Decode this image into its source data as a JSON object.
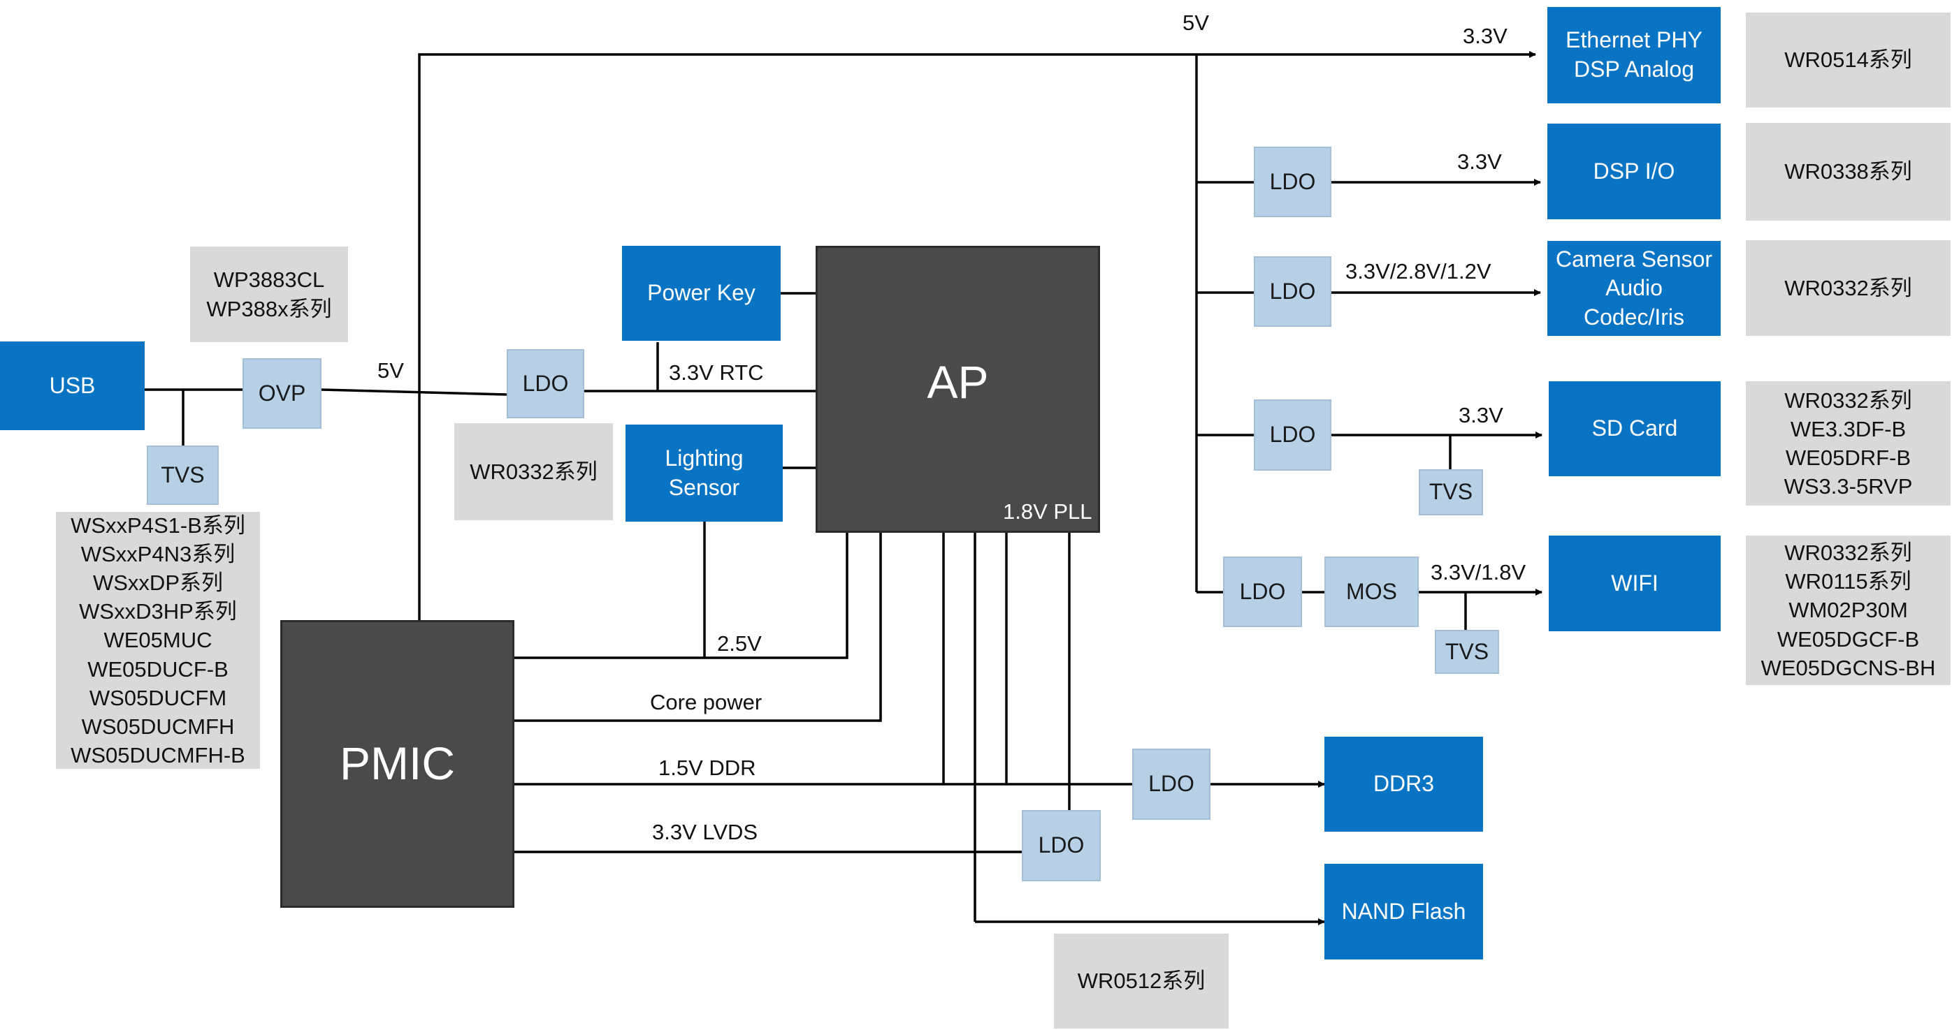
{
  "blocks": {
    "usb": "USB",
    "ovp": "OVP",
    "tvs": "TVS",
    "ldo": "LDO",
    "mos": "MOS",
    "power_key": "Power Key",
    "lighting_sensor": [
      "Lighting",
      "Sensor"
    ],
    "ap": "AP",
    "pmic": "PMIC",
    "ethernet": [
      "Ethernet PHY",
      "DSP Analog"
    ],
    "dsp_io": "DSP I/O",
    "camera": [
      "Camera Sensor",
      "Audio",
      "Codec/Iris"
    ],
    "sd_card": "SD Card",
    "wifi": "WIFI",
    "ddr3": "DDR3",
    "nand": "NAND Flash"
  },
  "signals": {
    "v5_top": "5V",
    "v5_usb": "5V",
    "rtc": "3.3V RTC",
    "pll": "1.8V PLL",
    "v25": "2.5V",
    "core": "Core power",
    "ddr": "1.5V DDR",
    "lvds": "3.3V LVDS",
    "eth_v": "3.3V",
    "dsp_v": "3.3V",
    "cam_v": "3.3V/2.8V/1.2V",
    "sd_v": "3.3V",
    "wifi_v": "3.3V/1.8V"
  },
  "parts": {
    "wp3883": [
      "WP3883CL",
      "WP388x系列"
    ],
    "tvs_list": [
      "WSxxP4S1-B系列",
      "WSxxP4N3系列",
      "WSxxDP系列",
      "WSxxD3HP系列",
      "WE05MUC",
      "WE05DUCF-B",
      "WS05DUCFM",
      "WS05DUCMFH",
      "WS05DUCMFH-B"
    ],
    "wr0332_mid": [
      "WR0332系列"
    ],
    "wr0514": [
      "WR0514系列"
    ],
    "wr0338": [
      "WR0338系列"
    ],
    "wr0332_cam": [
      "WR0332系列"
    ],
    "sd_list": [
      "WR0332系列",
      "WE3.3DF-B",
      "WE05DRF-B",
      "WS3.3-5RVP"
    ],
    "wifi_list": [
      "WR0332系列",
      "WR0115系列",
      "WM02P30M",
      "WE05DGCF-B",
      "WE05DGCNS-BH"
    ],
    "wr0512": [
      "WR0512系列"
    ]
  },
  "colors": {
    "block": "#0a74c4",
    "regulator": "#b7d0e6",
    "chip": "#4a4a4a",
    "part_note": "#d9d9d9",
    "wire": "#000000"
  }
}
